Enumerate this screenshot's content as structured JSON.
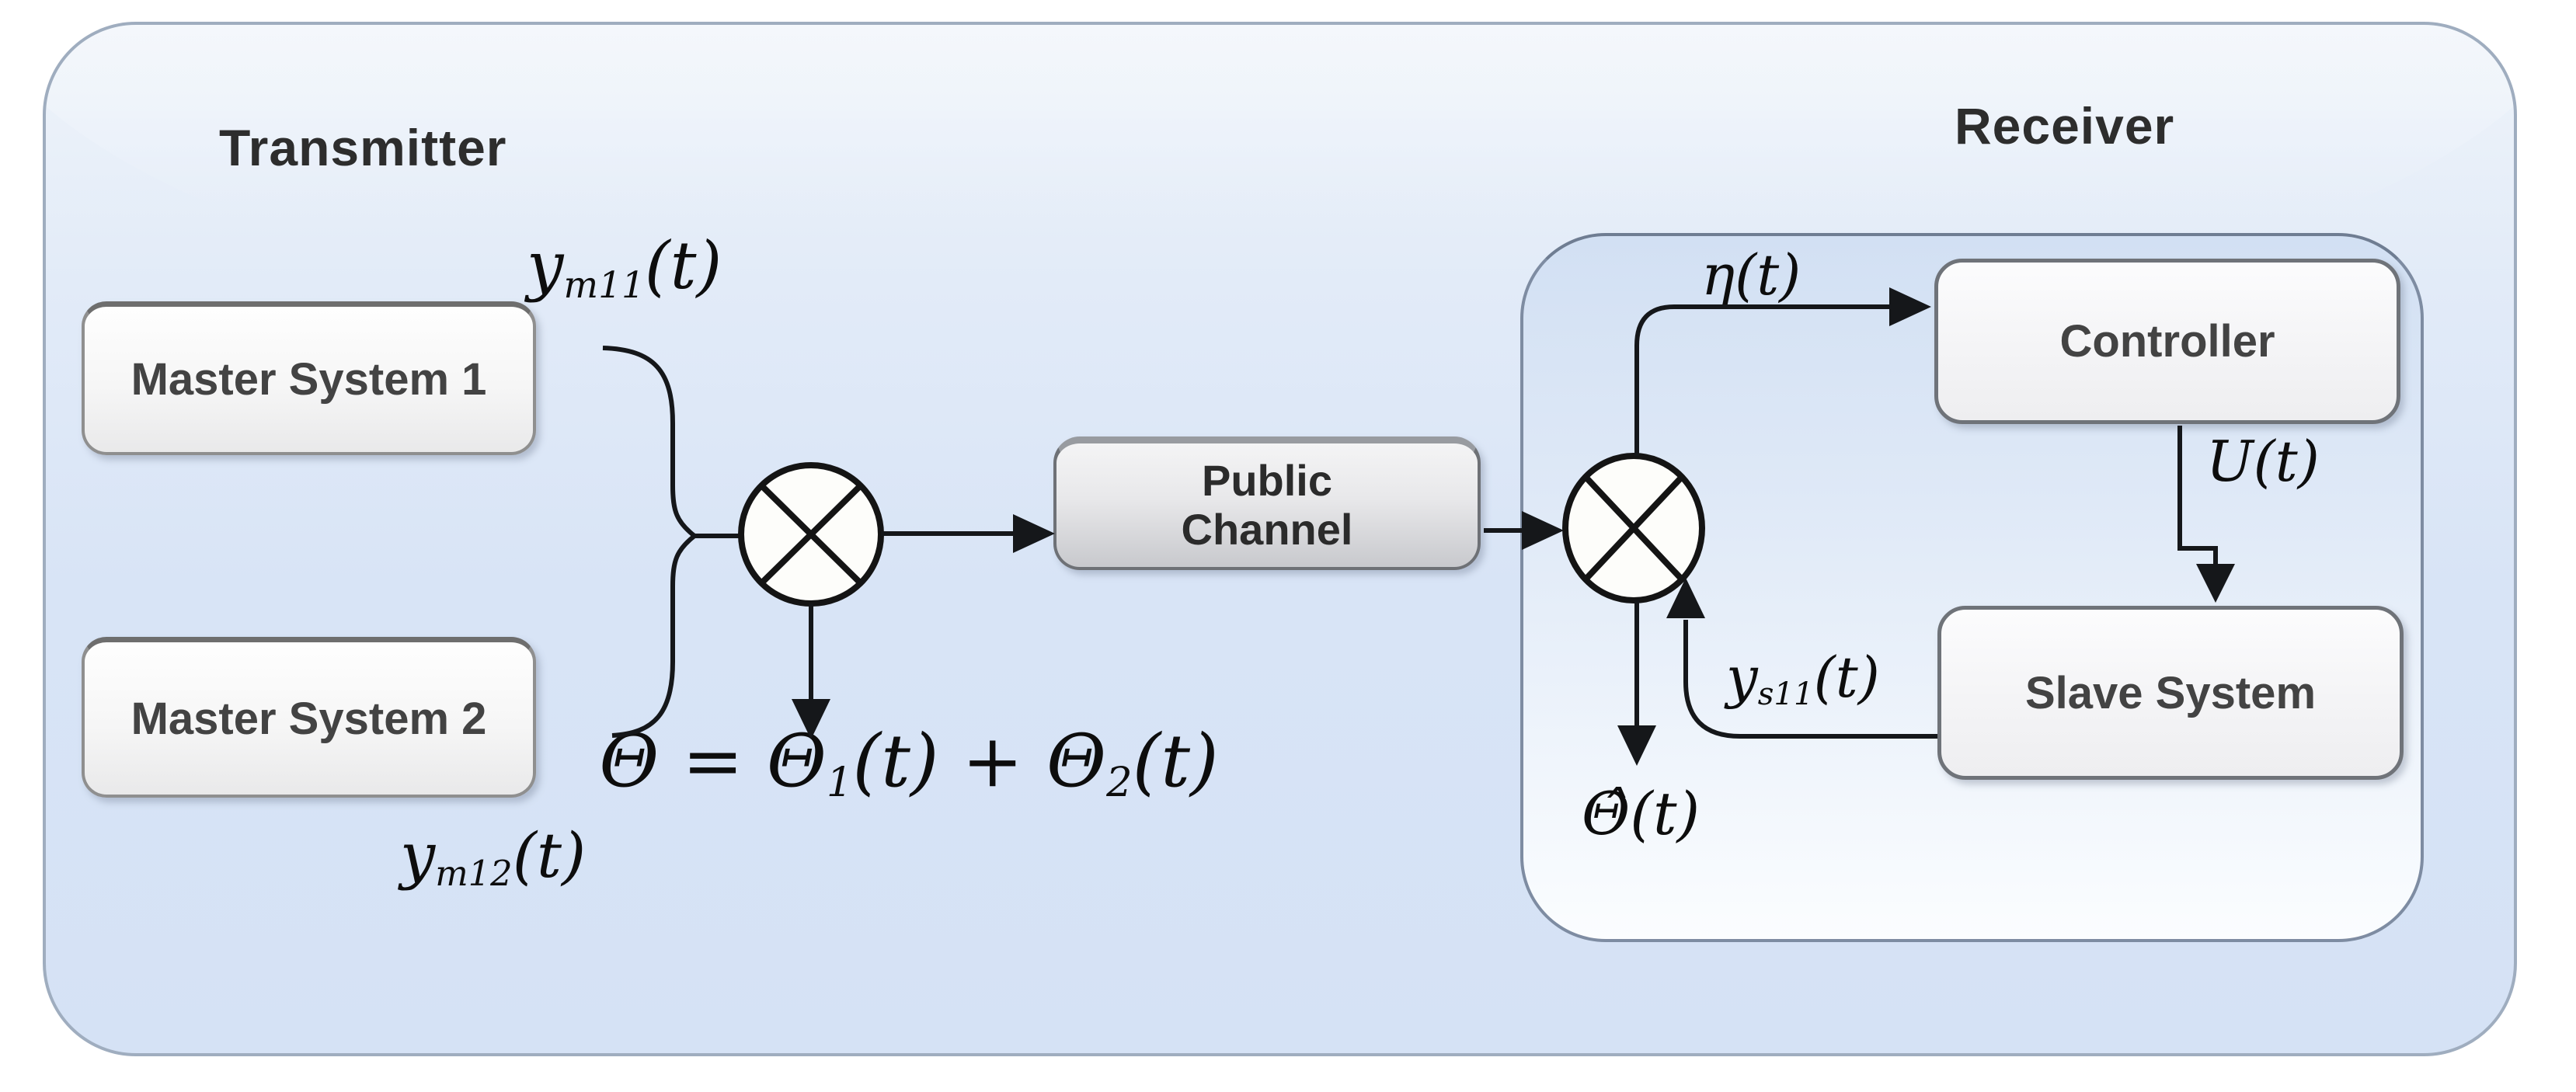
{
  "diagram": {
    "title_transmitter": "Transmitter",
    "title_receiver": "Receiver",
    "transmitter": {
      "master1_label": "Master System 1",
      "master2_label": "Master System 2"
    },
    "channel": {
      "line1": "Public",
      "line2": "Channel"
    },
    "receiver": {
      "controller_label": "Controller",
      "slave_label": "Slave System"
    },
    "signals": {
      "ym11": {
        "base": "y",
        "sub": "m11",
        "rest": "(t)"
      },
      "ym12": {
        "base": "y",
        "sub": "m12",
        "rest": "(t)"
      },
      "theta_sum": {
        "p1": "Θ = Θ",
        "s1": "1",
        "p2": "(t) + Θ",
        "s2": "2",
        "p3": "(t)"
      },
      "eta": "η(t)",
      "u": "U(t)",
      "ys11": {
        "base": "y",
        "sub": "s11",
        "rest": "(t)"
      },
      "theta_hat": "Θ̂(t)"
    },
    "colors": {
      "panel_fill_top": "#eff4fa",
      "panel_fill_bottom": "#d5e2f5",
      "panel_border": "#9fadbf",
      "receiver_fill_top": "#d2e0f3",
      "receiver_fill_bottom": "#fbfdff",
      "receiver_border": "#7e8ca2",
      "node_fill": "#f6f6f6",
      "node_border": "#8f8f8f",
      "channel_fill": "#c8c9cd",
      "wire": "#15171a"
    }
  }
}
